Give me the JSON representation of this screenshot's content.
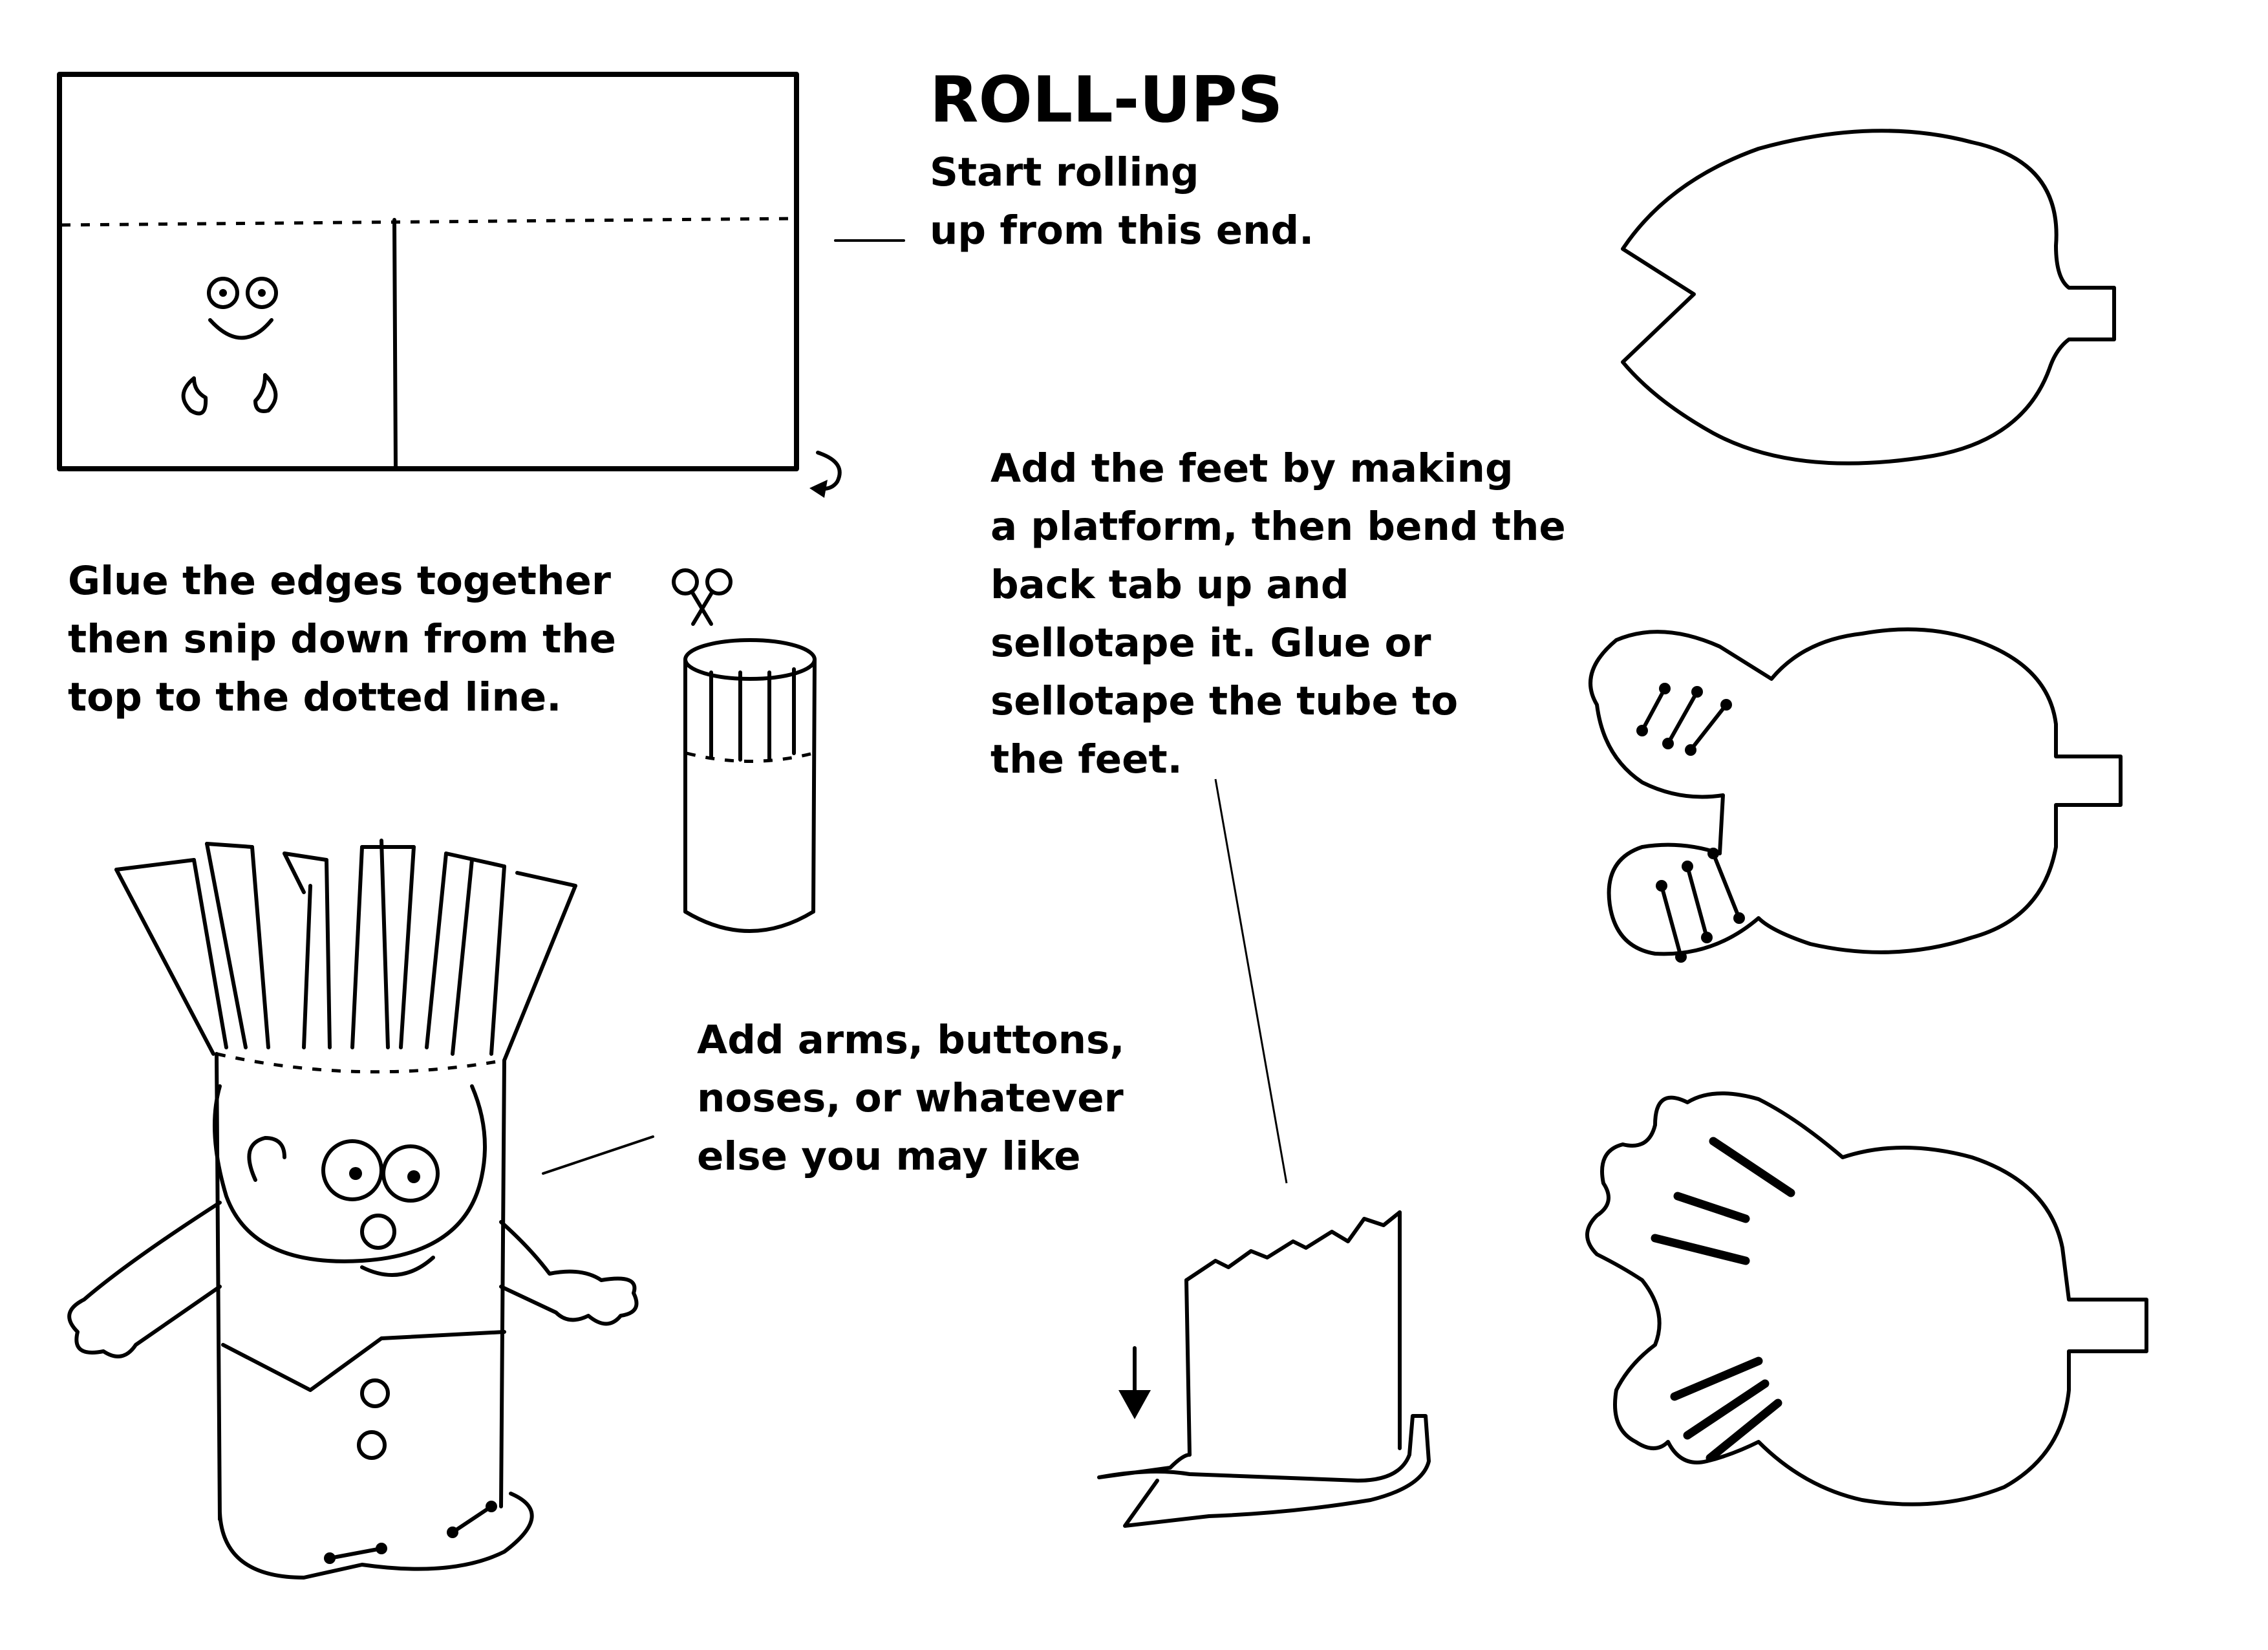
{
  "title": "ROLL-UPS",
  "instructions": {
    "rolling": [
      "Start rolling",
      "up from this end."
    ],
    "glue": [
      "Glue the edges together",
      "then snip down from the",
      "top to the dotted line."
    ],
    "feet": [
      "Add the feet by making",
      "a platform, then bend the",
      "back tab up and",
      "sellotape it. Glue or",
      "sellotape the tube to",
      "the feet."
    ],
    "arms": [
      "Add arms, buttons,",
      "noses, or whatever",
      "else you may like"
    ]
  },
  "icons": [
    "scissors-icon",
    "curl-arrow-icon",
    "down-arrow-icon"
  ],
  "colors": {
    "ink": "#000000",
    "paper": "#ffffff"
  }
}
